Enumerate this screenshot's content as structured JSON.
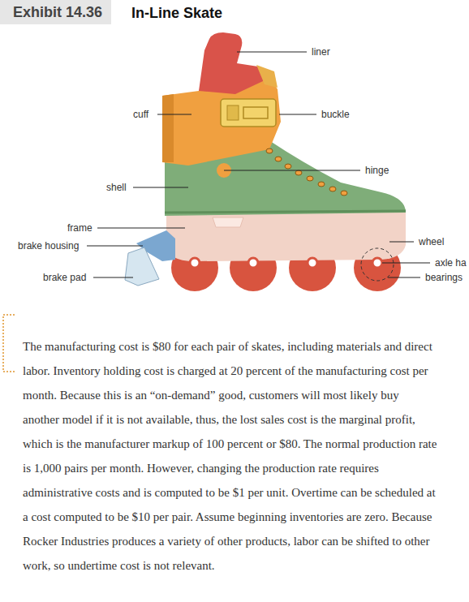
{
  "diagram": {
    "title": "In-Line Skate",
    "nodes": [
      {
        "text": [
          "Exhibit 14.36"
        ]
      }
    ],
    "labels": [
      "liner",
      "buckle",
      "cuff",
      "hinge",
      "shell",
      "frame",
      "wheel",
      "brake housing",
      "axle ha",
      "bearings",
      "brake pad",
      "The manufacturing cost is $80 for each pair of skates, including materials and direct labor. Inventory holding cost is charged at 20 percent of the manufacturing cost per month. Because this is an “on-demand” good, customers will most likely buy another model if it is not available, thus, the lost sales cost is the marginal profit, which is the manufacturer markup of 100 percent or $80. The normal production rate is 1,000 pairs per month. However, changing the production rate requires administrative costs and is computed to be $1 per unit. Overtime can be scheduled at a cost computed to be $10 per pair. Assume beginning inventories are zero. Because Rocker Industries produces a variety of other products, labor can be shifted to other work, so undertime cost is not relevant."
    ]
  }
}
